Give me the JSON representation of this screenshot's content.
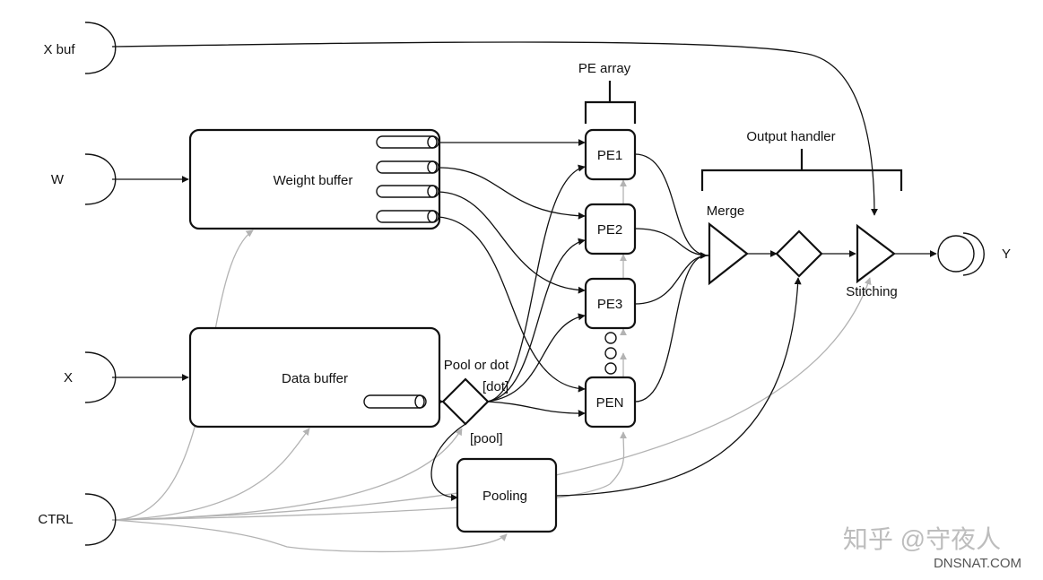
{
  "inputs": {
    "xbuf": "X buf",
    "w": "W",
    "x": "X",
    "ctrl": "CTRL"
  },
  "output": "Y",
  "buffers": {
    "weight": "Weight buffer",
    "data": "Data buffer"
  },
  "pool_or_dot": {
    "label": "Pool or dot",
    "dot_branch": "[dot]",
    "pool_branch": "[pool]"
  },
  "pooling": "Pooling",
  "pe_array": {
    "label": "PE array",
    "pes": [
      "PE1",
      "PE2",
      "PE3",
      "PEN"
    ]
  },
  "output_handler": {
    "label": "Output handler",
    "merge": "Merge",
    "stitching": "Stitching"
  },
  "watermark": {
    "zhihu": "知乎 @守夜人",
    "site": "DNSNAT.COM"
  }
}
